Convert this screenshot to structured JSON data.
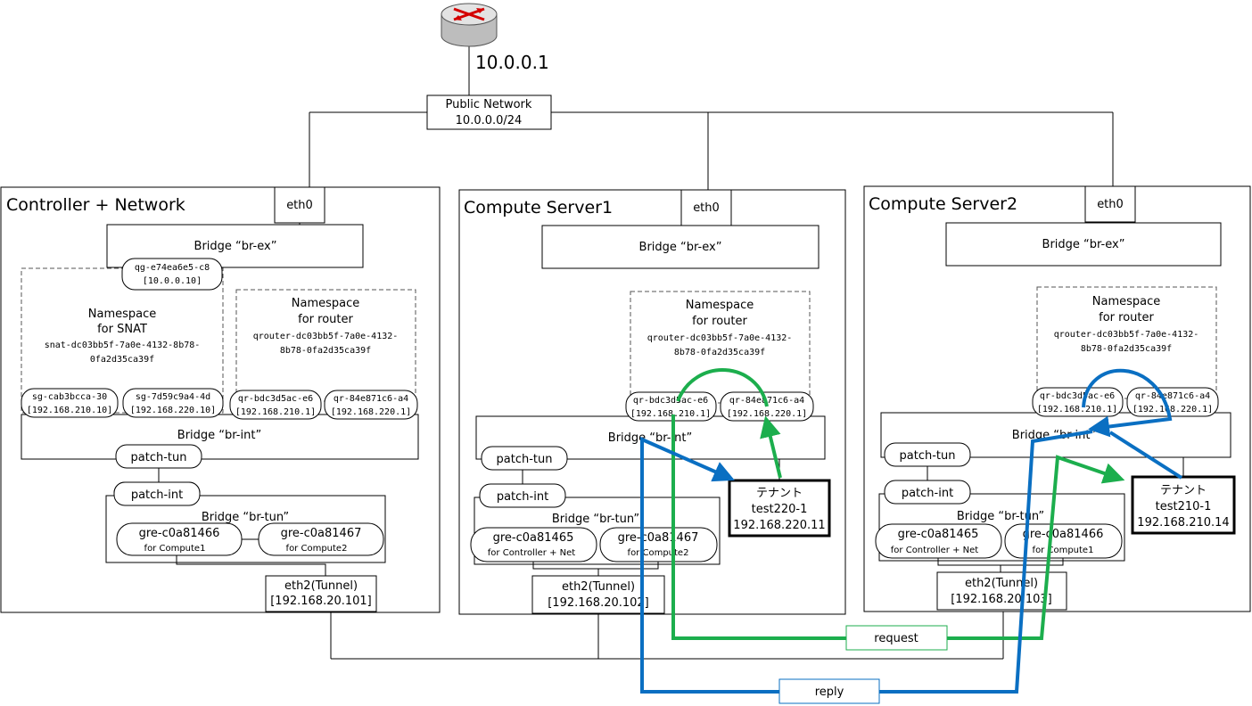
{
  "router": {
    "ip": "10.0.0.1"
  },
  "public_network": {
    "name": "Public Network",
    "cidr": "10.0.0.0/24"
  },
  "colors": {
    "request": "#1cae4d",
    "reply": "#0a6fc2"
  },
  "icons": {
    "router": "router-icon"
  },
  "nodes": {
    "controller": {
      "title": "Controller + Network",
      "eth0": "eth0",
      "br_ex": "Bridge “br-ex”",
      "qg_port": {
        "name": "qg-e74ea6e5-c8",
        "ip": "[10.0.0.10]"
      },
      "snat_ns": {
        "line1": "Namespace",
        "line2": "for SNAT",
        "line3": "snat-dc03bb5f-7a0e-4132-8b78-",
        "line4": "0fa2d35ca39f"
      },
      "router_ns": {
        "line1": "Namespace",
        "line2": "for router",
        "line3": "qrouter-dc03bb5f-7a0e-4132-",
        "line4": "8b78-0fa2d35ca39f"
      },
      "sg1": {
        "name": "sg-cab3bcca-30",
        "ip": "[192.168.210.10]"
      },
      "sg2": {
        "name": "sg-7d59c9a4-4d",
        "ip": "[192.168.220.10]"
      },
      "qr1": {
        "name": "qr-bdc3d5ac-e6",
        "ip": "[192.168.210.1]"
      },
      "qr2": {
        "name": "qr-84e871c6-a4",
        "ip": "[192.168.220.1]"
      },
      "br_int": "Bridge “br-int”",
      "patch_tun": "patch-tun",
      "patch_int": "patch-int",
      "br_tun": "Bridge “br-tun”",
      "gre1": {
        "name": "gre-c0a81466",
        "sub": "for Compute1"
      },
      "gre2": {
        "name": "gre-c0a81467",
        "sub": "for Compute2"
      },
      "eth2": {
        "name": "eth2(Tunnel)",
        "ip": "[192.168.20.101]"
      }
    },
    "compute1": {
      "title": "Compute Server1",
      "eth0": "eth0",
      "br_ex": "Bridge “br-ex”",
      "router_ns": {
        "line1": "Namespace",
        "line2": "for router",
        "line3": "qrouter-dc03bb5f-7a0e-4132-",
        "line4": "8b78-0fa2d35ca39f"
      },
      "qr1": {
        "name": "qr-bdc3d5ac-e6",
        "ip": "[192.168.210.1]"
      },
      "qr2": {
        "name": "qr-84e871c6-a4",
        "ip": "[192.168.220.1]"
      },
      "br_int": "Bridge “br-int”",
      "patch_tun": "patch-tun",
      "patch_int": "patch-int",
      "br_tun": "Bridge “br-tun”",
      "gre1": {
        "name": "gre-c0a81465",
        "sub": "for Controller + Net"
      },
      "gre2": {
        "name": "gre-c0a81467",
        "sub": "for Compute2"
      },
      "eth2": {
        "name": "eth2(Tunnel)",
        "ip": "[192.168.20.102]"
      },
      "vm": {
        "label": "テナント",
        "name": "test220-1",
        "ip": "192.168.220.11"
      }
    },
    "compute2": {
      "title": "Compute Server2",
      "eth0": "eth0",
      "br_ex": "Bridge “br-ex”",
      "router_ns": {
        "line1": "Namespace",
        "line2": "for router",
        "line3": "qrouter-dc03bb5f-7a0e-4132-",
        "line4": "8b78-0fa2d35ca39f"
      },
      "qr1": {
        "name": "qr-bdc3d5ac-e6",
        "ip": "[192.168.210.1]"
      },
      "qr2": {
        "name": "qr-84e871c6-a4",
        "ip": "[192.168.220.1]"
      },
      "br_int": "Bridge “br-int”",
      "patch_tun": "patch-tun",
      "patch_int": "patch-int",
      "br_tun": "Bridge “br-tun”",
      "gre1": {
        "name": "gre-c0a81465",
        "sub": "for Controller + Net"
      },
      "gre2": {
        "name": "gre-c0a81466",
        "sub": "for Compute1"
      },
      "eth2": {
        "name": "eth2(Tunnel)",
        "ip": "[192.168.20.103]"
      },
      "vm": {
        "label": "テナント",
        "name": "test210-1",
        "ip": "192.168.210.14"
      }
    }
  },
  "flows": {
    "request": "request",
    "reply": "reply"
  }
}
